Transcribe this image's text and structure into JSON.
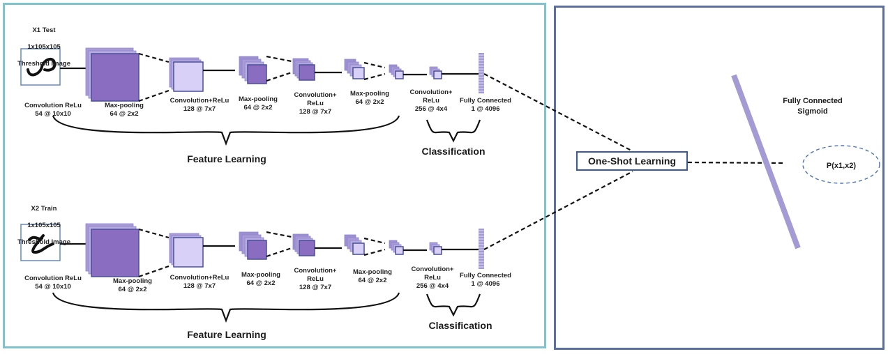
{
  "branches": [
    {
      "id": "x1",
      "input": {
        "title": "X1 Test",
        "dims": "1x105x105",
        "kind": "Threshold Image",
        "glyph": "s-curve"
      },
      "layers": [
        {
          "name": "Convolution ReLu",
          "spec": "54 @ 10x10"
        },
        {
          "name": "Max-pooling",
          "spec": "64 @ 2x2"
        },
        {
          "name": "Convolution+ReLu",
          "spec": "128 @ 7x7"
        },
        {
          "name": "Max-pooling",
          "spec": "64 @ 2x2"
        },
        {
          "name": "Convolution+\nReLu",
          "spec": "128 @ 7x7"
        },
        {
          "name": "Max-pooling",
          "spec": "64 @ 2x2"
        },
        {
          "name": "Convolution+\nReLu",
          "spec": "256 @ 4x4"
        },
        {
          "name": "Fully Connected",
          "spec": "1 @ 4096"
        }
      ],
      "groups": {
        "feature": "Feature Learning",
        "classification": "Classification"
      }
    },
    {
      "id": "x2",
      "input": {
        "title": "X2 Train",
        "dims": "1x105x105",
        "kind": "Threshold Image",
        "glyph": "z-curve"
      },
      "layers": [
        {
          "name": "Convolution ReLu",
          "spec": "54 @ 10x10"
        },
        {
          "name": "Max-pooling",
          "spec": "64 @ 2x2"
        },
        {
          "name": "Convolution+ReLu",
          "spec": "128 @ 7x7"
        },
        {
          "name": "Max-pooling",
          "spec": "64 @ 2x2"
        },
        {
          "name": "Convolution+\nReLu",
          "spec": "128 @ 7x7"
        },
        {
          "name": "Max-pooling",
          "spec": "64 @ 2x2"
        },
        {
          "name": "Convolution+\nReLu",
          "spec": "256 @ 4x4"
        },
        {
          "name": "Fully Connected",
          "spec": "1 @ 4096"
        }
      ],
      "groups": {
        "feature": "Feature Learning",
        "classification": "Classification"
      }
    }
  ],
  "merge": {
    "label": "One-Shot Learning"
  },
  "output_layer": {
    "label": "Fully Connected\nSigmoid"
  },
  "output": {
    "label": "P(x1,x2)"
  },
  "colors": {
    "left_panel_border": "#7fc4cc",
    "right_panel_border": "#5a6f9c",
    "layer_dark": "#8a6cc0",
    "layer_mid": "#a99bd8",
    "layer_light": "#d8d0f6",
    "layer_border": "#4a4f96",
    "fc_bar": "#a59bd4",
    "merge_border": "#3a5a94",
    "output_ellipse": "#4a72b0"
  }
}
